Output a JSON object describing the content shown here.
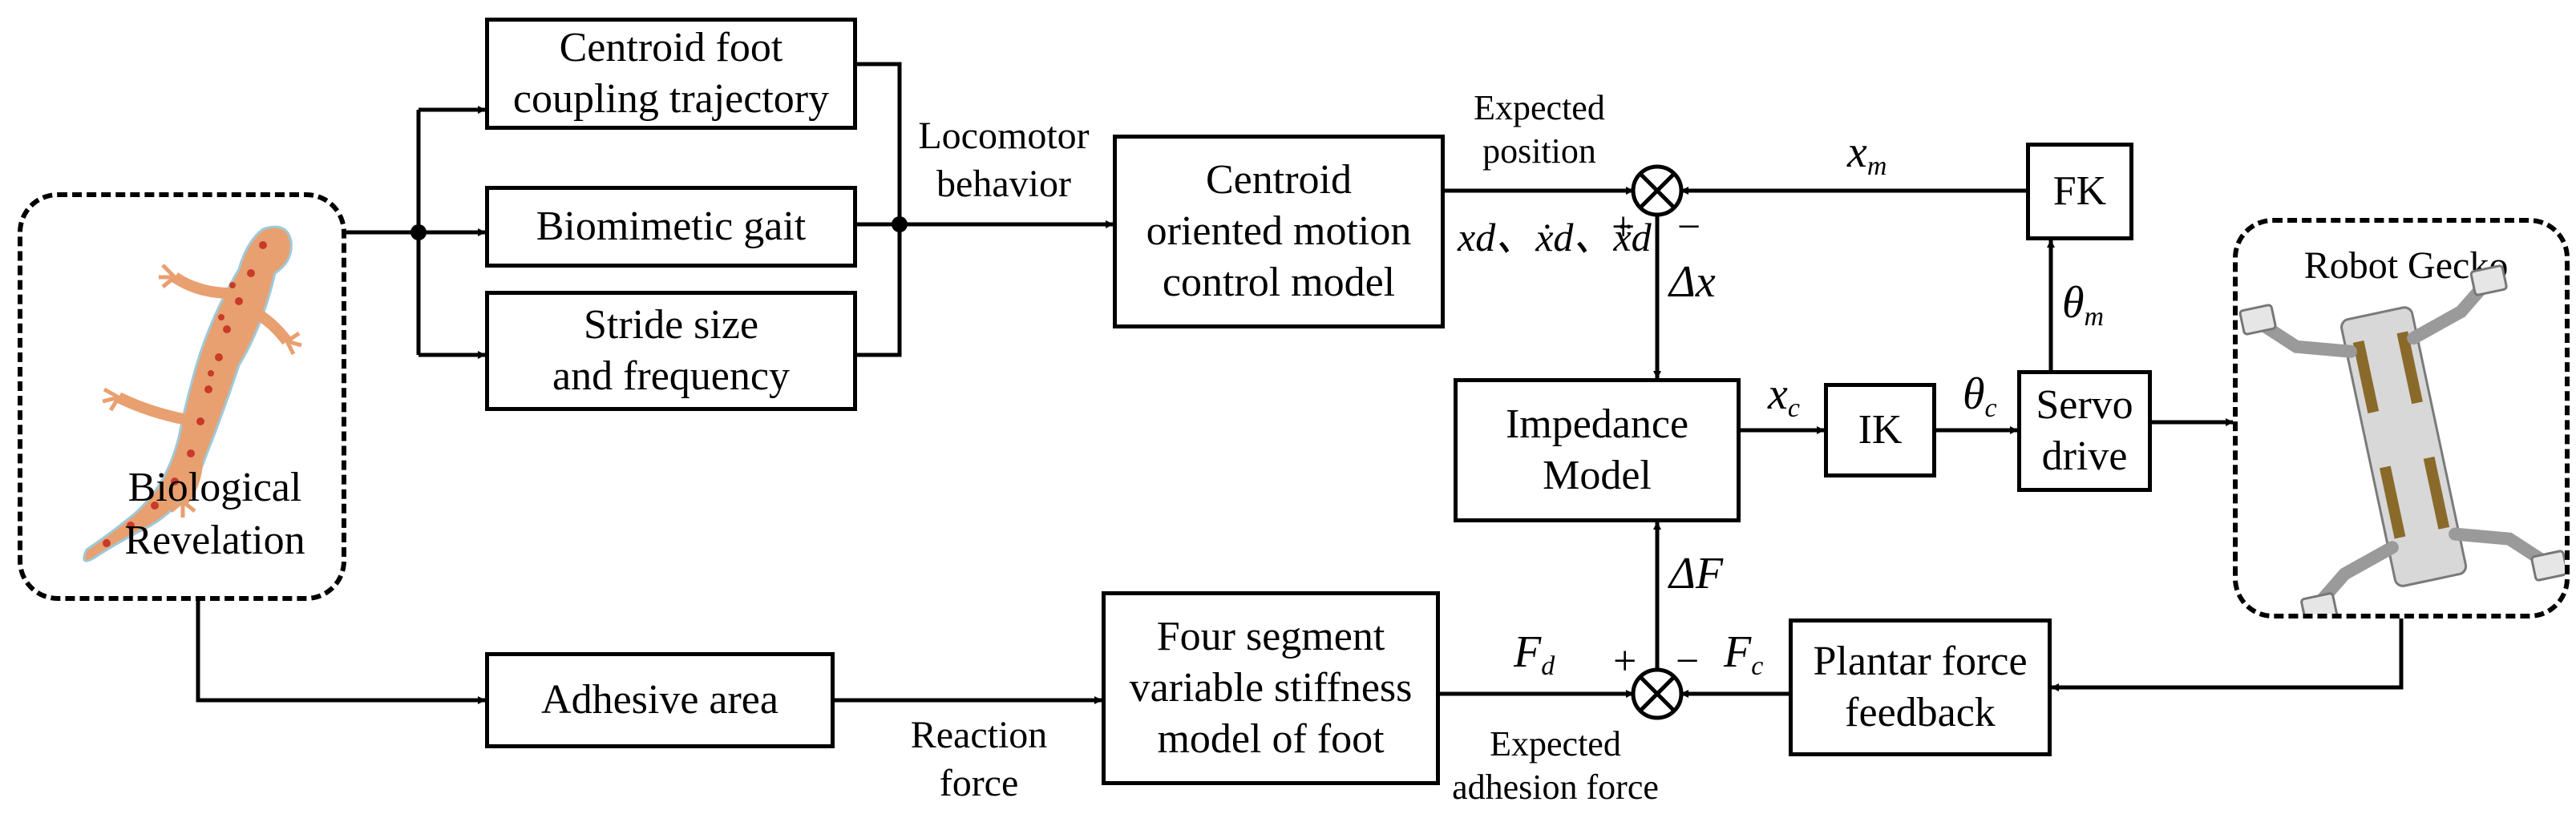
{
  "blocks": {
    "centroid_foot": [
      "Centroid foot",
      "coupling trajectory"
    ],
    "biomimetic_gait": "Biomimetic gait",
    "stride": [
      "Stride size",
      "and frequency"
    ],
    "motion_control": [
      "Centroid",
      "oriented motion",
      "control model"
    ],
    "fk": "FK",
    "impedance": [
      "Impedance",
      "Model"
    ],
    "ik": "IK",
    "servo": [
      "Servo",
      "drive"
    ],
    "adhesive_area": "Adhesive area",
    "foot_model": [
      "Four segment",
      "variable stiffness",
      "model of foot"
    ],
    "plantar": [
      "Plantar force",
      "feedback"
    ]
  },
  "groups": {
    "biological": [
      "Biological",
      "Revelation"
    ],
    "robot": "Robot Gecko"
  },
  "labels": {
    "locomotor": [
      "Locomotor",
      "behavior"
    ],
    "expected_position": [
      "Expected",
      "position"
    ],
    "reaction_force": [
      "Reaction",
      "force"
    ],
    "expected_adhesion": [
      "Expected",
      "adhesion force"
    ]
  },
  "symbols": {
    "x_m": "x",
    "x_m_sub": "m",
    "theta_m": "θ",
    "theta_m_sub": "m",
    "delta_x": "Δx",
    "x_c": "x",
    "x_c_sub": "c",
    "theta_c": "θ",
    "theta_c_sub": "c",
    "delta_f": "ΔF",
    "f_d": "F",
    "f_d_sub": "d",
    "f_c": "F",
    "f_c_sub": "c",
    "xd_series": "xd、ẋd、ẍd",
    "plus": "+",
    "minus": "−"
  },
  "colors": {
    "gecko_body": "#e8a070",
    "gecko_spots": "#c83a2a",
    "gecko_base": "#9fc9d8",
    "robot_frame": "#d8d8d8",
    "robot_accent": "#8a6a2a"
  }
}
